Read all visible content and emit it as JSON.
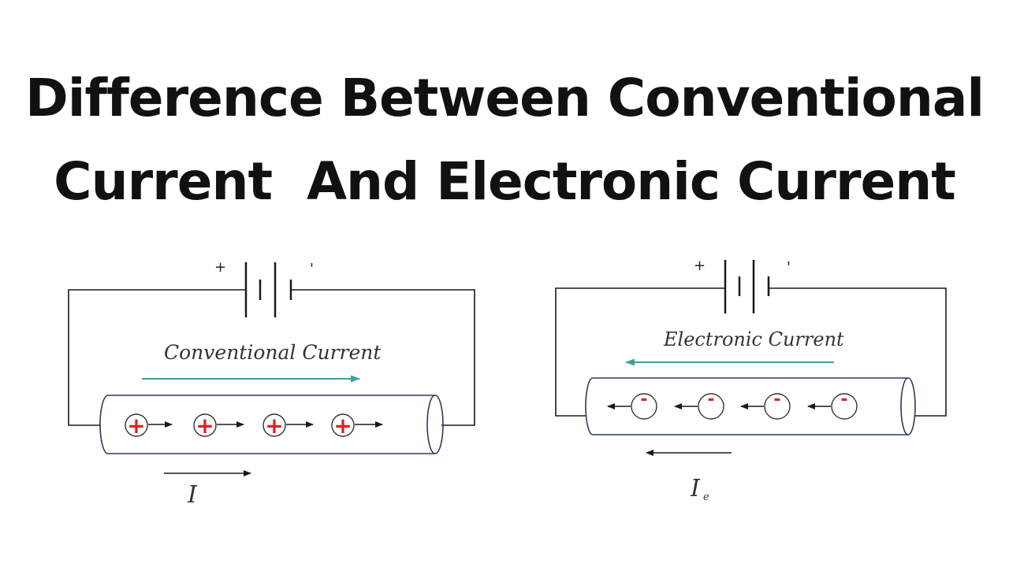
{
  "title": {
    "line1": "Difference Between Conventional",
    "line2": "Current  And Electronic Current"
  },
  "left_diagram": {
    "label": "Conventional Current",
    "terminal_plus": "+",
    "terminal_minus": "'",
    "charge_symbol": "+",
    "current_symbol": "I"
  },
  "right_diagram": {
    "label": "Electronic Current",
    "terminal_plus": "+",
    "terminal_minus": "'",
    "charge_symbol": "-",
    "current_symbol": "I",
    "current_subscript": "e"
  },
  "colors": {
    "teal_arrow": "#3f9e96",
    "charge_red": "#e02020",
    "tube_stroke": "#2f3a5c"
  }
}
